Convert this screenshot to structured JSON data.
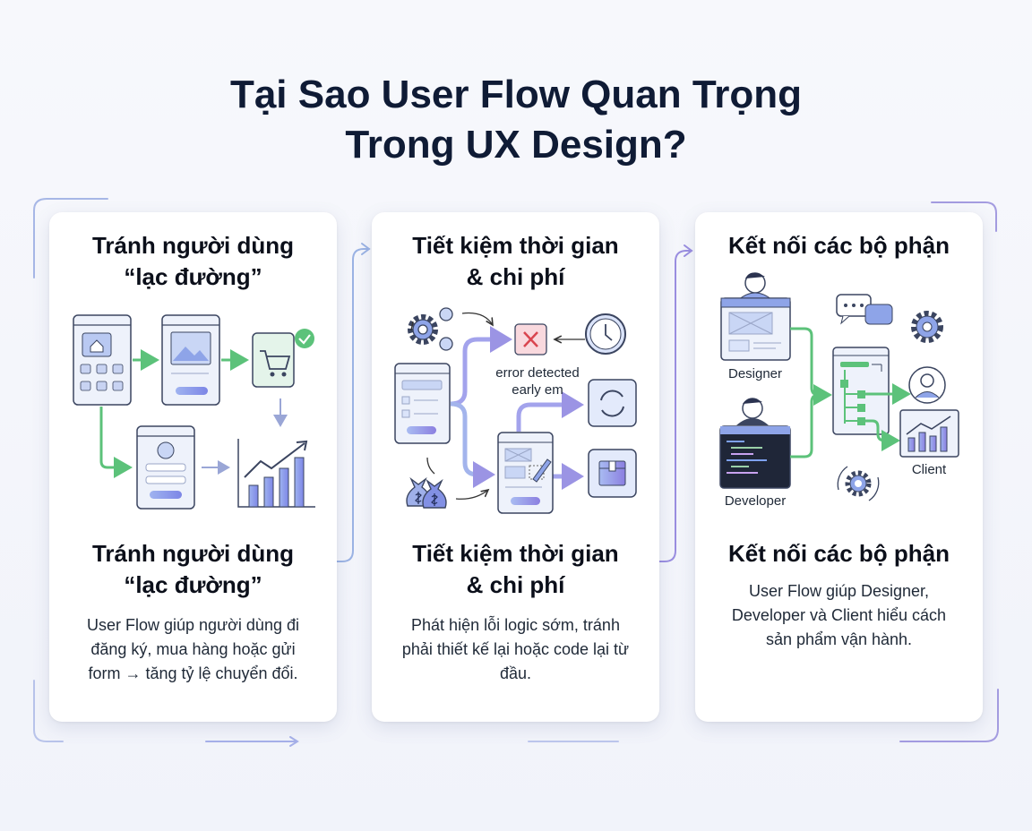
{
  "title": {
    "line1": "Tại Sao User Flow Quan Trọng",
    "line2": "Trong UX Design?"
  },
  "cards": [
    {
      "heading_top": "Tránh người dùng “lạc đường”",
      "heading_bottom": "Tránh người dùng “lạc đường”",
      "body": "User Flow giúp người dùng đi đăng ký, mua hàng hoặc gửi form → tăng tỷ lệ chuyển đổi."
    },
    {
      "heading_top": "Tiết kiệm thời gian & chi phí",
      "heading_bottom": "Tiết kiệm thời gian & chi phí",
      "body": "Phát hiện lỗi logic sớm, tránh phải thiết kế lại hoặc code lại từ đầu.",
      "error_label": "error detected early em"
    },
    {
      "heading_top": "Kết nối các bộ phận",
      "heading_bottom": "Kết nối các bộ phận",
      "body": "User Flow giúp Designer, Developer và Client hiểu cách sản phẩm vận hành.",
      "labels": {
        "designer": "Designer",
        "developer": "Developer",
        "client": "Client"
      }
    }
  ],
  "colors": {
    "title": "#0f1b35",
    "green": "#5cc27a",
    "purple": "#8f87e0",
    "blue": "#7b9be0"
  }
}
